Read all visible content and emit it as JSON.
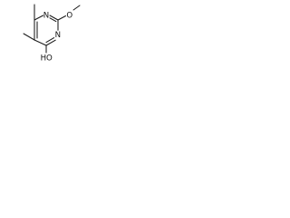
{
  "molecule": {
    "atoms": {
      "n_top": "N",
      "n_bottom": "N",
      "o_methoxy": "O",
      "hydroxyl": "HO"
    }
  }
}
